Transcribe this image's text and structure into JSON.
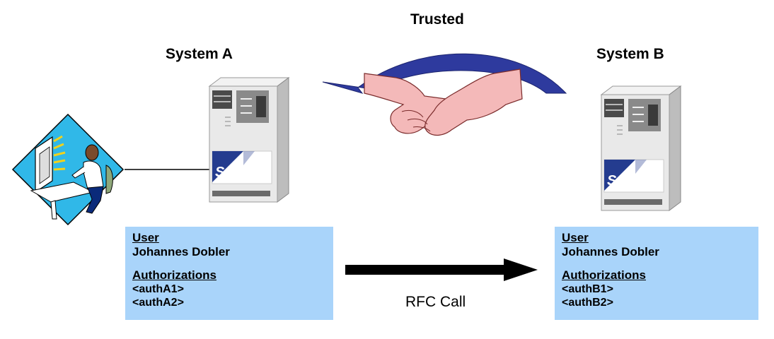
{
  "title": "Trusted",
  "system_a": {
    "label": "System A",
    "logo": "SAP",
    "box": {
      "user_heading": "User",
      "user_name": "Johannes Dobler",
      "auth_heading": "Authorizations",
      "auths": [
        "<authA1>",
        "<authA2>"
      ]
    }
  },
  "system_b": {
    "label": "System B",
    "logo": "SAP",
    "box": {
      "user_heading": "User",
      "user_name": "Johannes Dobler",
      "auth_heading": "Authorizations",
      "auths": [
        "<authB1>",
        "<authB2>"
      ]
    }
  },
  "rfc_label": "RFC Call",
  "icons": [
    "user-workstation-icon",
    "server-icon",
    "handshake-icon",
    "trust-arrow-icon",
    "rfc-arrow-icon"
  ],
  "colors": {
    "info_box": "#a9d4fa",
    "trust_arrow": "#2e3a9e",
    "server_body": "#e9e9e9",
    "sap_blue": "#243c8f",
    "user_tile": "#30b8e8"
  }
}
